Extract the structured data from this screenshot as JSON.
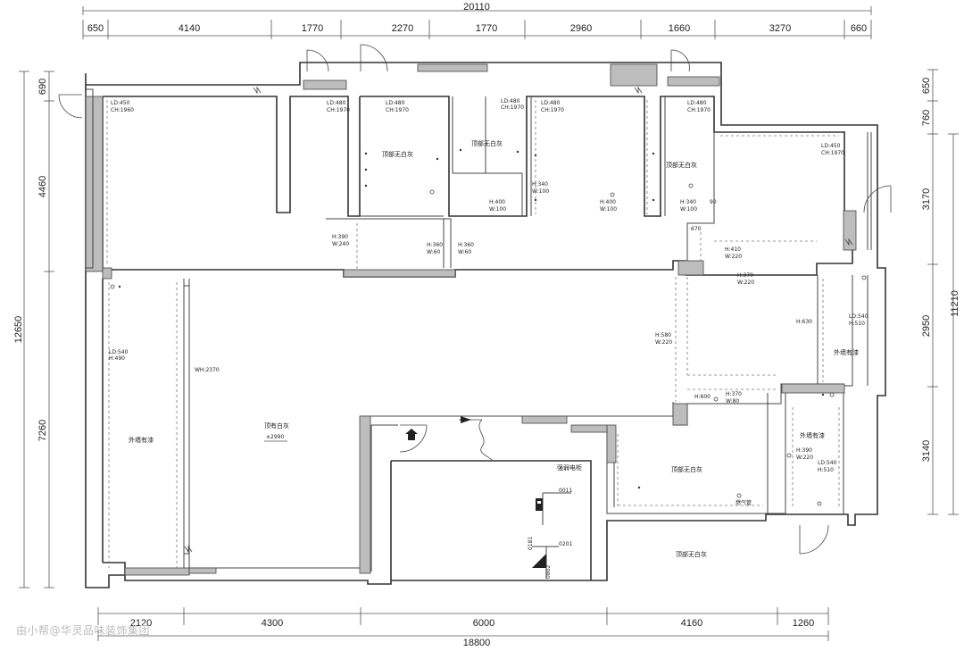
{
  "dimensions": {
    "top_total": "20110",
    "top_segments": [
      "650",
      "4140",
      "1770",
      "2270",
      "1770",
      "2960",
      "1660",
      "3270",
      "660"
    ],
    "bottom_total": "18800",
    "bottom_segments": [
      "2120",
      "4300",
      "6000",
      "4160",
      "1260"
    ],
    "left_total": "12650",
    "left_segments": [
      "690",
      "4460",
      "7260"
    ],
    "right_total": "11210",
    "right_segments": [
      "650",
      "760",
      "3170",
      "2950",
      "3140"
    ]
  },
  "annotations": {
    "ld480_ch1970": [
      "LD:480",
      "CH:1970"
    ],
    "ld450_ch1960": [
      "LD:450",
      "CH:1960"
    ],
    "ld450_ch1970": [
      "LD:450",
      "CH:1970"
    ],
    "h390_w240": [
      "H:390",
      "W:240"
    ],
    "h360_w60": [
      "H:360",
      "W:60"
    ],
    "h400_w100": [
      "H:400",
      "W:100"
    ],
    "h340_w100": [
      "H:340",
      "W:100"
    ],
    "h410_w220": [
      "H:410",
      "W:220"
    ],
    "h370_w220": [
      "H:370",
      "W:220"
    ],
    "h580_w220": [
      "H:580",
      "W:220"
    ],
    "h630": "H:630",
    "ld540_h510": [
      "LD:540",
      "H:510"
    ],
    "ld540_h490": [
      "LD:540",
      "H:490"
    ],
    "wh2370": "WH:2370",
    "h600": "H:600",
    "h370_w80": [
      "H:370",
      "W:80"
    ],
    "h390_w220": [
      "H:390",
      "W:220"
    ],
    "dim_670": "670",
    "dim_90": "90",
    "dim_0011": "0011",
    "dim_0201": "0201",
    "dim_0181": "0181",
    "dim_0802": "0802"
  },
  "rooms": {
    "ceiling_white_ash": "顶部无白灰",
    "ceiling_white_ash_2": "顶部无白灰",
    "exterior_paint": "外墙有漆",
    "living_ceiling": "顶有白灰",
    "living_height": "±2990",
    "electric_box": "强弱电柜",
    "gas_pipe": "燃气管"
  },
  "watermark": "由小帮@华灵品味装饰集团"
}
